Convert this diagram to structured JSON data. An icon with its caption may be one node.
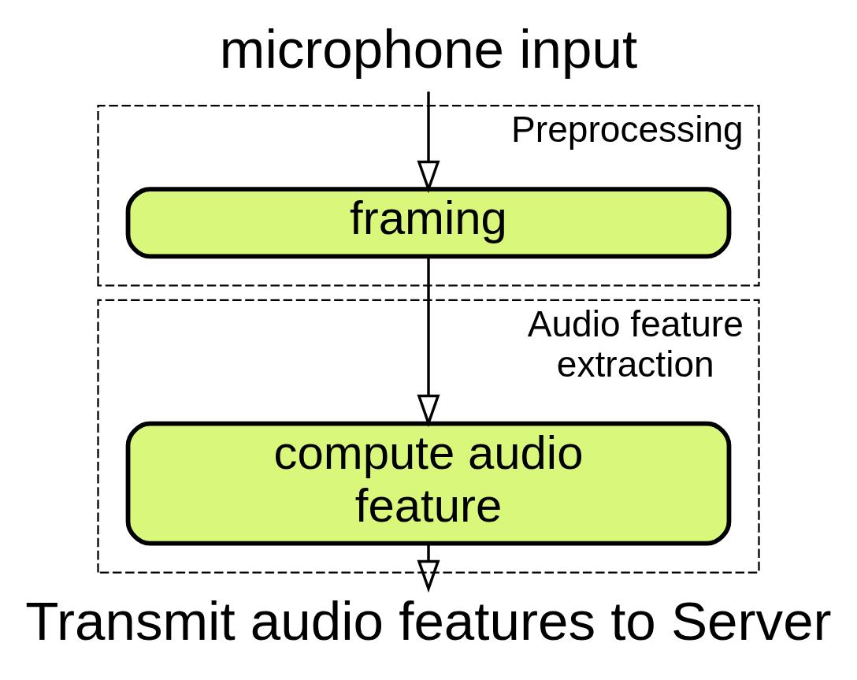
{
  "diagram": {
    "nodes": [
      {
        "text": [
          "microphone input"
        ]
      },
      {
        "text": [
          "Preprocessing"
        ]
      },
      {
        "text": [
          "framing"
        ],
        "in": 1
      },
      {
        "text": [
          "Audio feature extraction"
        ]
      },
      {
        "text": [
          "compute audio feature"
        ],
        "in": 3
      },
      {
        "text": [
          "Transmit audio features to Server"
        ]
      }
    ],
    "edges": [
      {
        "from": 0,
        "to": 2,
        "arrow": "to"
      },
      {
        "from": 2,
        "to": 4,
        "arrow": "to"
      },
      {
        "from": 4,
        "to": 5,
        "arrow": "to"
      }
    ]
  }
}
